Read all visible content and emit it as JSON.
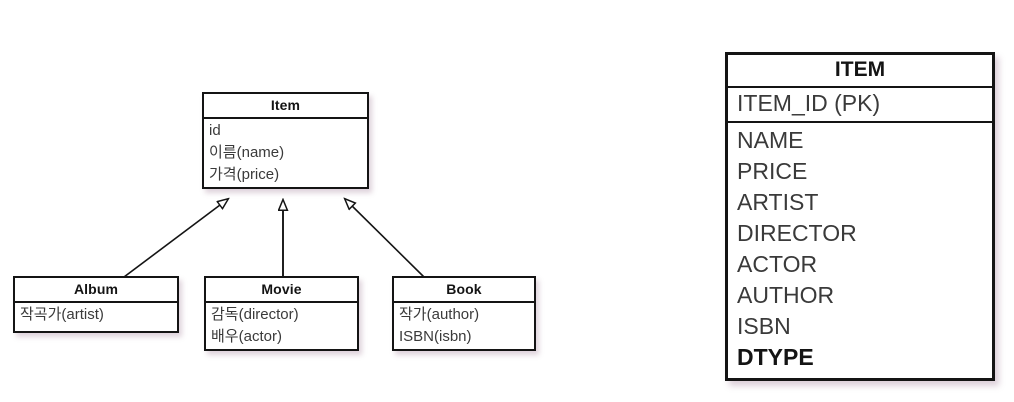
{
  "diagram": {
    "type": "uml-class-diagram",
    "classes": [
      {
        "id": "item",
        "name": "Item",
        "attributes": [
          "id",
          "이름(name)",
          "가격(price)"
        ]
      },
      {
        "id": "album",
        "name": "Album",
        "attributes": [
          "작곡가(artist)"
        ]
      },
      {
        "id": "movie",
        "name": "Movie",
        "attributes": [
          "감독(director)",
          "배우(actor)"
        ]
      },
      {
        "id": "book",
        "name": "Book",
        "attributes": [
          "작가(author)",
          "ISBN(isbn)"
        ]
      }
    ],
    "relationships": [
      {
        "kind": "generalization",
        "from": "Album",
        "to": "Item"
      },
      {
        "kind": "generalization",
        "from": "Movie",
        "to": "Item"
      },
      {
        "kind": "generalization",
        "from": "Book",
        "to": "Item"
      }
    ]
  },
  "table": {
    "title": "ITEM",
    "primary_key": "ITEM_ID (PK)",
    "columns": [
      {
        "name": "NAME",
        "bold": false
      },
      {
        "name": "PRICE",
        "bold": false
      },
      {
        "name": "ARTIST",
        "bold": false
      },
      {
        "name": "DIRECTOR",
        "bold": false
      },
      {
        "name": "ACTOR",
        "bold": false
      },
      {
        "name": "AUTHOR",
        "bold": false
      },
      {
        "name": "ISBN",
        "bold": false
      },
      {
        "name": "DTYPE",
        "bold": true
      }
    ]
  },
  "colors": {
    "border": "#141414",
    "text": "#3a3a3a",
    "title_text": "#141414",
    "background": "#ffffff",
    "shadow": "#966e8c"
  }
}
